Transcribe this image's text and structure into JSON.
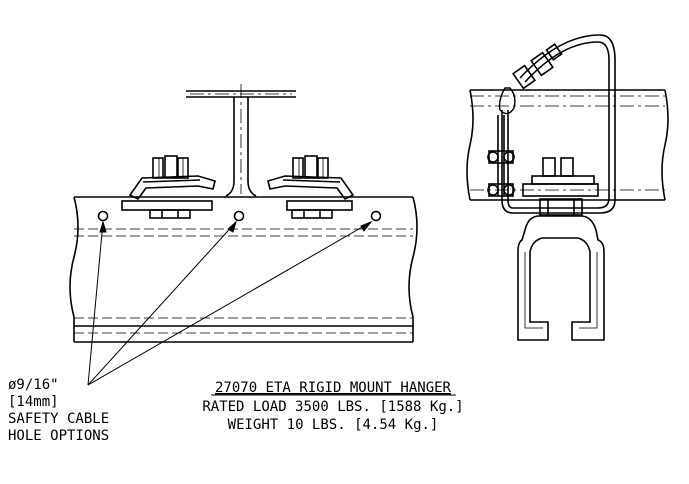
{
  "callout": {
    "line1": "ø9/16\"",
    "line2": "[14mm]",
    "line3": "SAFETY CABLE",
    "line4": "HOLE OPTIONS"
  },
  "title": {
    "name": "27070 ETA RIGID MOUNT HANGER",
    "rated_load": "RATED LOAD 3500 LBS. [1588 Kg.]",
    "weight": "WEIGHT 10 LBS. [4.54 Kg.]"
  },
  "colors": {
    "line": "#000000",
    "background": "#ffffff"
  }
}
